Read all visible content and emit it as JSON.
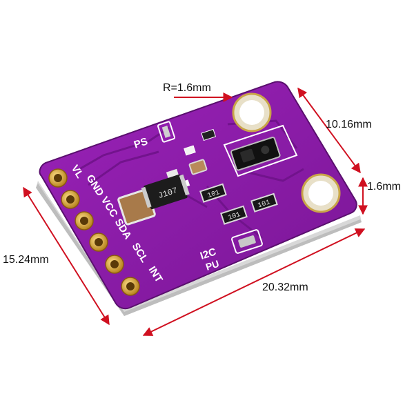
{
  "dimensions": {
    "hole_radius": "R=1.6mm",
    "hole_spacing": "10.16mm",
    "thickness": "1.6mm",
    "width": "15.24mm",
    "length": "20.32mm"
  },
  "silkscreen": {
    "sensor": "PS",
    "pullup_line1": "I2C",
    "pullup_line2": "PU",
    "pins": [
      "VL",
      "GND",
      "VCC",
      "SDA",
      "SCL",
      "INT"
    ]
  },
  "components": {
    "regulator_marking": "J107",
    "resistor_marking_1": "101",
    "resistor_marking_2": "101",
    "resistor_marking_3": "101"
  },
  "colors": {
    "pcb": "#8a1aa8",
    "pcb_edge": "#5a0f6e",
    "pad_gold": "#d9a93a",
    "dimension_red": "#d01020"
  }
}
